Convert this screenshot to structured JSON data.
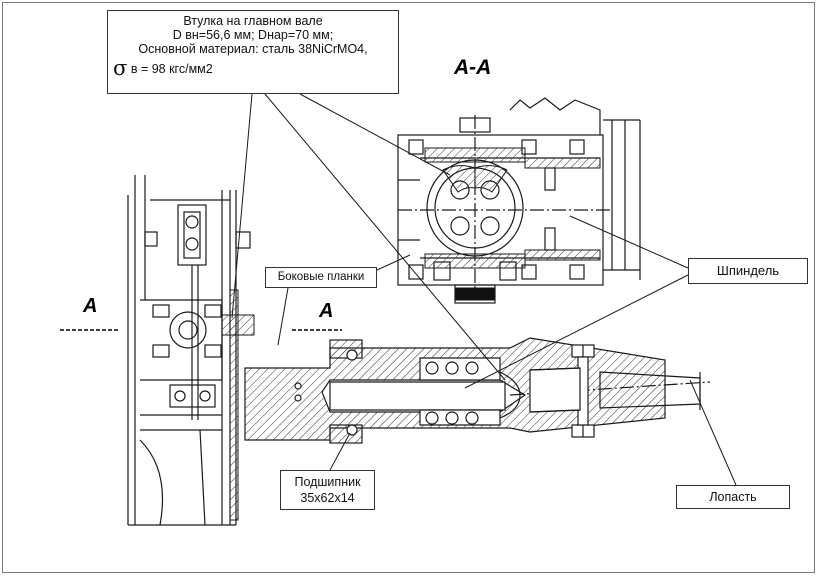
{
  "section_labels": {
    "view_aa": "A-A",
    "a_left": "A",
    "a_right": "A"
  },
  "callouts": {
    "main": {
      "line1": "Втулка на главном вале",
      "line2": "D вн=56,6 мм; Dнар=70 мм;",
      "line3": "Основной материал: сталь 38NiCrMO4,",
      "sigma_symbol": "σ",
      "sigma_value": "в = 98 кгс/мм2"
    },
    "side_planks": "Боковые планки",
    "spindle": "Шпиндель",
    "bearing": {
      "line1": "Подшипник",
      "line2": "35х62х14"
    },
    "blade": "Лопасть"
  },
  "colors": {
    "line": "#1a1a1a",
    "hatch": "#333333",
    "frame": "#7a7a7a",
    "background": "#ffffff"
  }
}
